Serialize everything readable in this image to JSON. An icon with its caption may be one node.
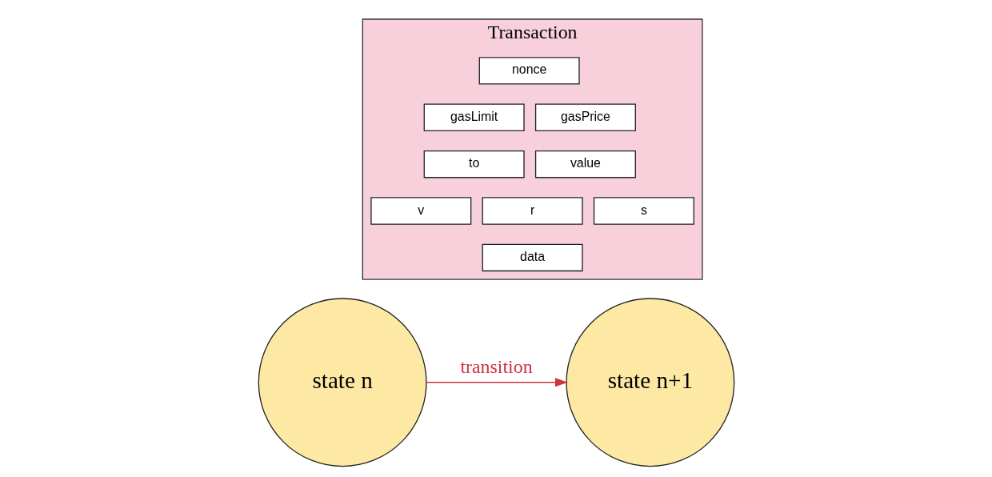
{
  "diagram": {
    "nodes": [
      {
        "text": [
          "Transaction"
        ]
      },
      {
        "text": [
          "nonce"
        ],
        "in": 0
      },
      {
        "text": [
          "gasLimit"
        ],
        "in": 0
      },
      {
        "text": [
          "gasPrice"
        ],
        "in": 0
      },
      {
        "text": [
          "to"
        ],
        "in": 0
      },
      {
        "text": [
          "value"
        ],
        "in": 0
      },
      {
        "text": [
          "v"
        ],
        "in": 0
      },
      {
        "text": [
          "r"
        ],
        "in": 0
      },
      {
        "text": [
          "s"
        ],
        "in": 0
      },
      {
        "text": [
          "data"
        ],
        "in": 0
      },
      {
        "text": [
          "state n"
        ]
      },
      {
        "text": [
          "state n+1"
        ]
      }
    ],
    "edges": [
      {
        "from": 10,
        "to": 11,
        "arrow": "to",
        "label": "transition",
        "color": "#d0323c"
      }
    ]
  }
}
